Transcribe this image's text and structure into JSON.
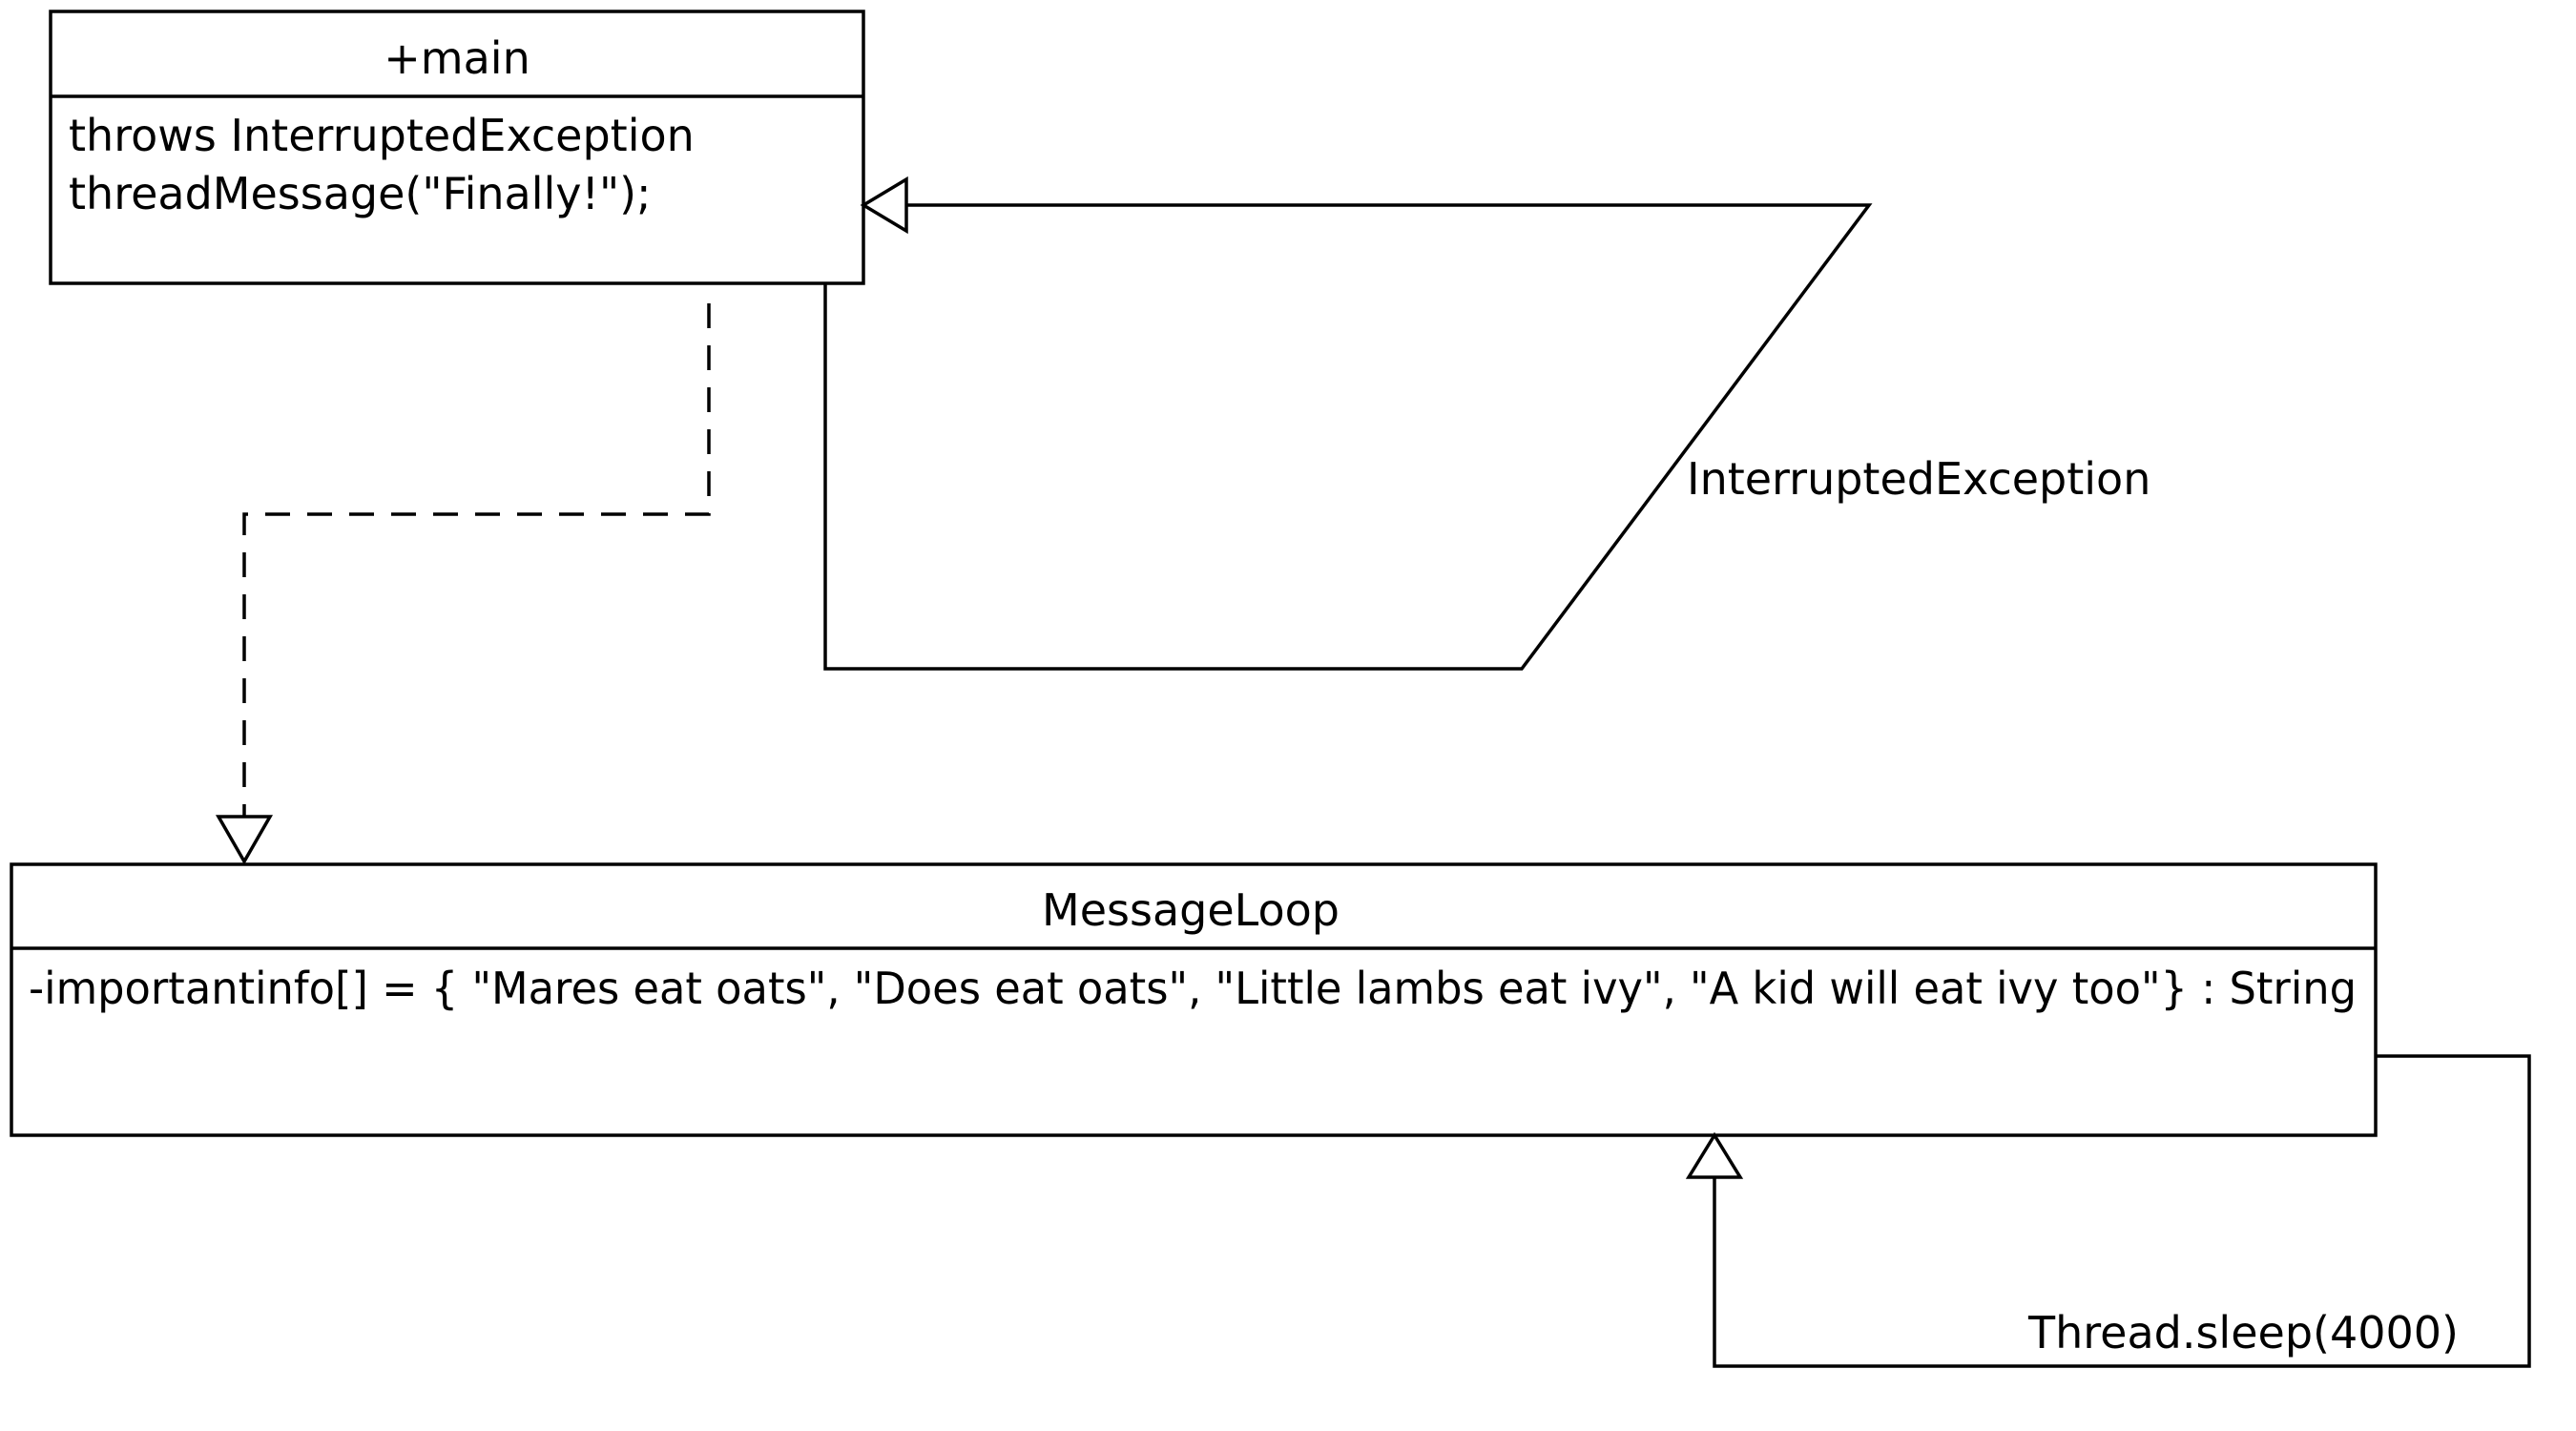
{
  "diagram": {
    "main_class": {
      "name": "+main",
      "members": [
        "throws InterruptedException",
        "threadMessage(\"Finally!\");"
      ]
    },
    "messageloop_class": {
      "name": "MessageLoop",
      "members": [
        "-importantinfo[] = { \"Mares eat oats\", \"Does eat oats\", \"Little lambs eat ivy\", \"A kid will eat ivy too\"} : String"
      ]
    },
    "edges": {
      "interrupted_label": "InterruptedException",
      "sleep_label": "Thread.sleep(4000)"
    }
  }
}
